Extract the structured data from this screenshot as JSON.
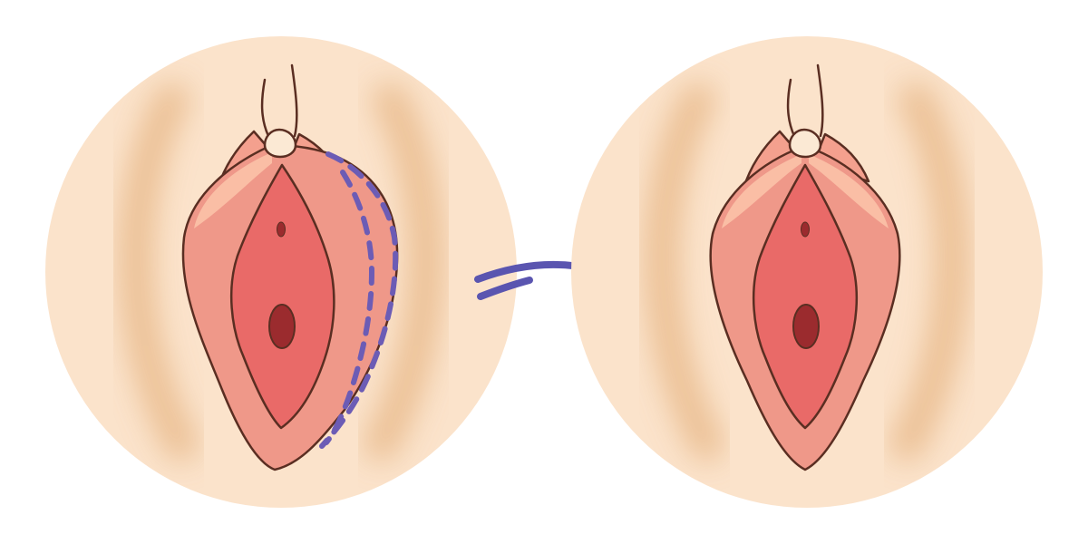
{
  "colors": {
    "background": "#ffffff",
    "skin_circle": "#fbe3cb",
    "skin_shadow": "#e8b98a",
    "outline": "#5a2e22",
    "outer_layer": "#ef9889",
    "outer_highlight": "#fbc2a8",
    "inner_layer": "#e96a68",
    "opening": "#9b2b2e",
    "clitoral_hood": "#f4a08e",
    "clitoris": "#fbe9d4",
    "marking": "#6c5cb5",
    "arrow": "#5a55b0"
  },
  "icons": {
    "before_figure": "anatomy-before-illustration",
    "after_figure": "anatomy-after-illustration",
    "arrow": "curved-right-arrow-icon",
    "marking": "dashed-incision-line"
  }
}
